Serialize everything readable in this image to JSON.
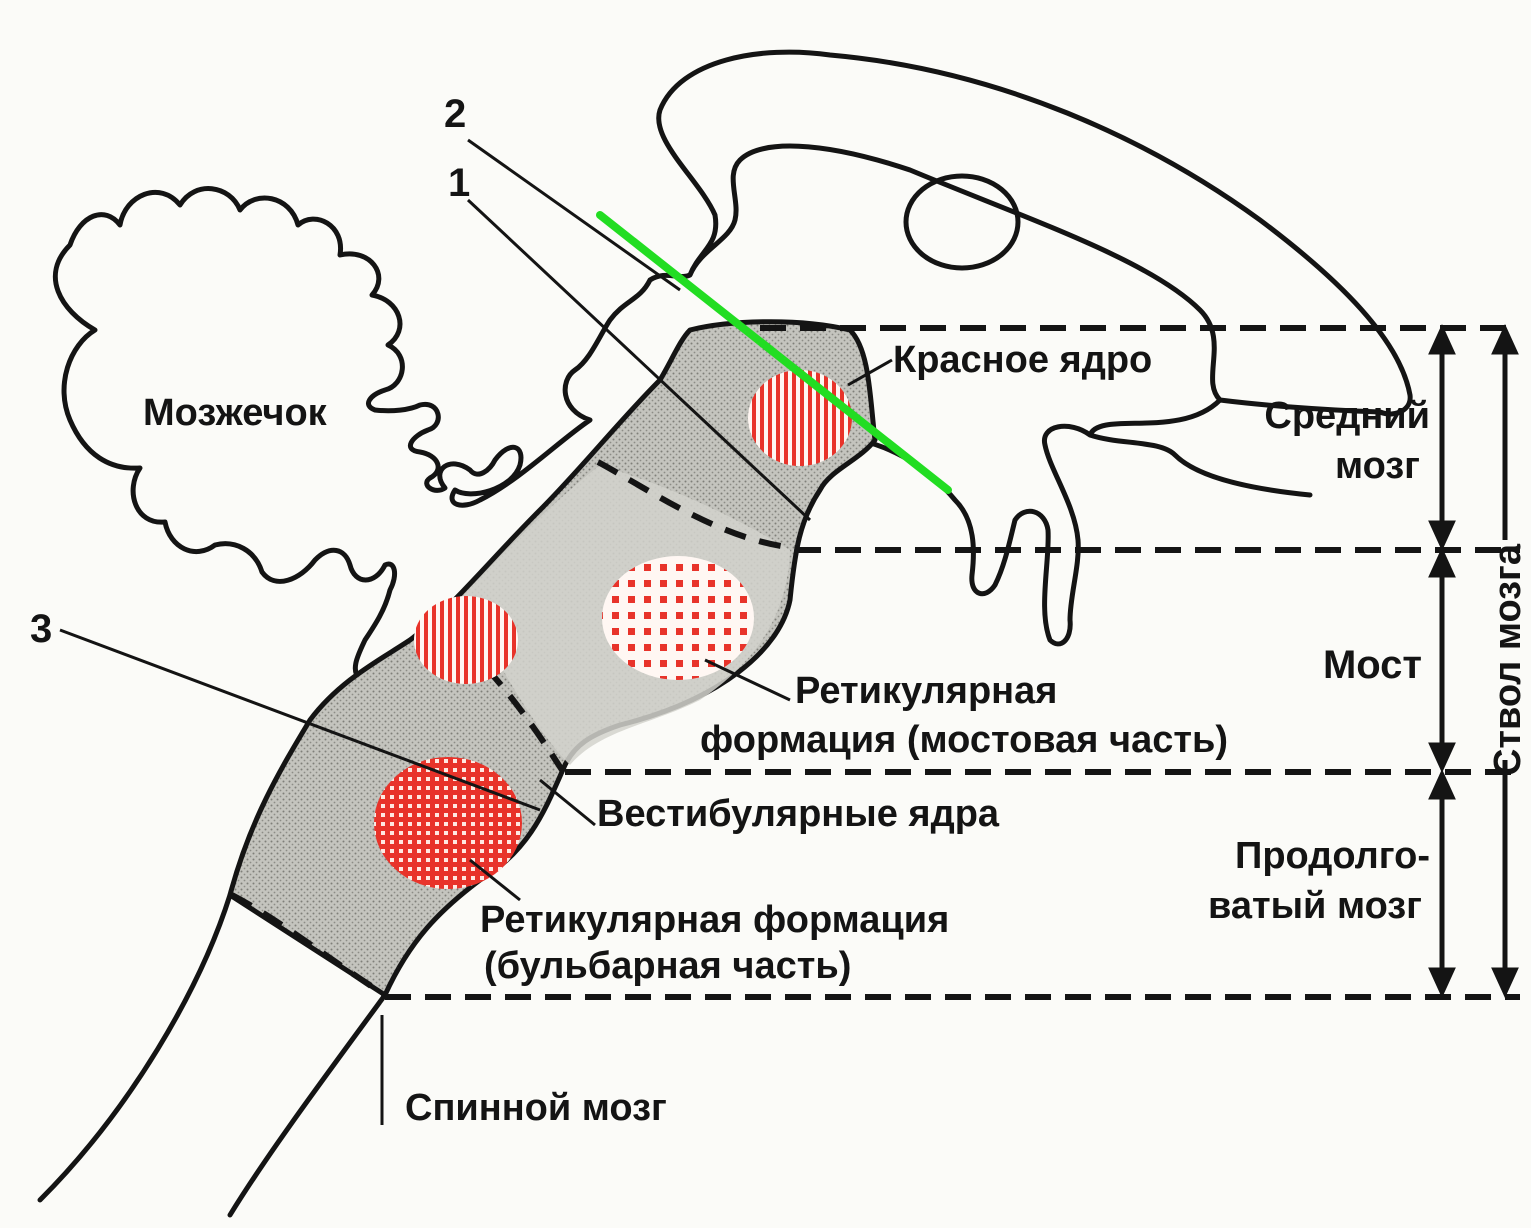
{
  "diagram": {
    "numbers": {
      "n1": "1",
      "n2": "2",
      "n3": "3"
    },
    "labels": {
      "cerebellum": "Мозжечок",
      "red_nucleus": "Красное ядро",
      "midbrain_1": "Средний",
      "midbrain_2": "мозг",
      "pons": "Мост",
      "reticular_pons_1": "Ретикулярная",
      "reticular_pons_2": "формация (мостовая часть)",
      "vestibular": "Вестибулярные ядра",
      "medulla_1": "Продолго-",
      "medulla_2": "ватый мозг",
      "reticular_bulbar_1": "Ретикулярная формация",
      "reticular_bulbar_2": "(бульбарная часть)",
      "spinal_cord": "Спинной мозг",
      "brainstem": "Ствол мозга"
    },
    "colors": {
      "outline": "#141414",
      "stem_fill": "#b3b3ad",
      "nucleus": "#e8332a",
      "section_cut": "#22dd22"
    }
  }
}
